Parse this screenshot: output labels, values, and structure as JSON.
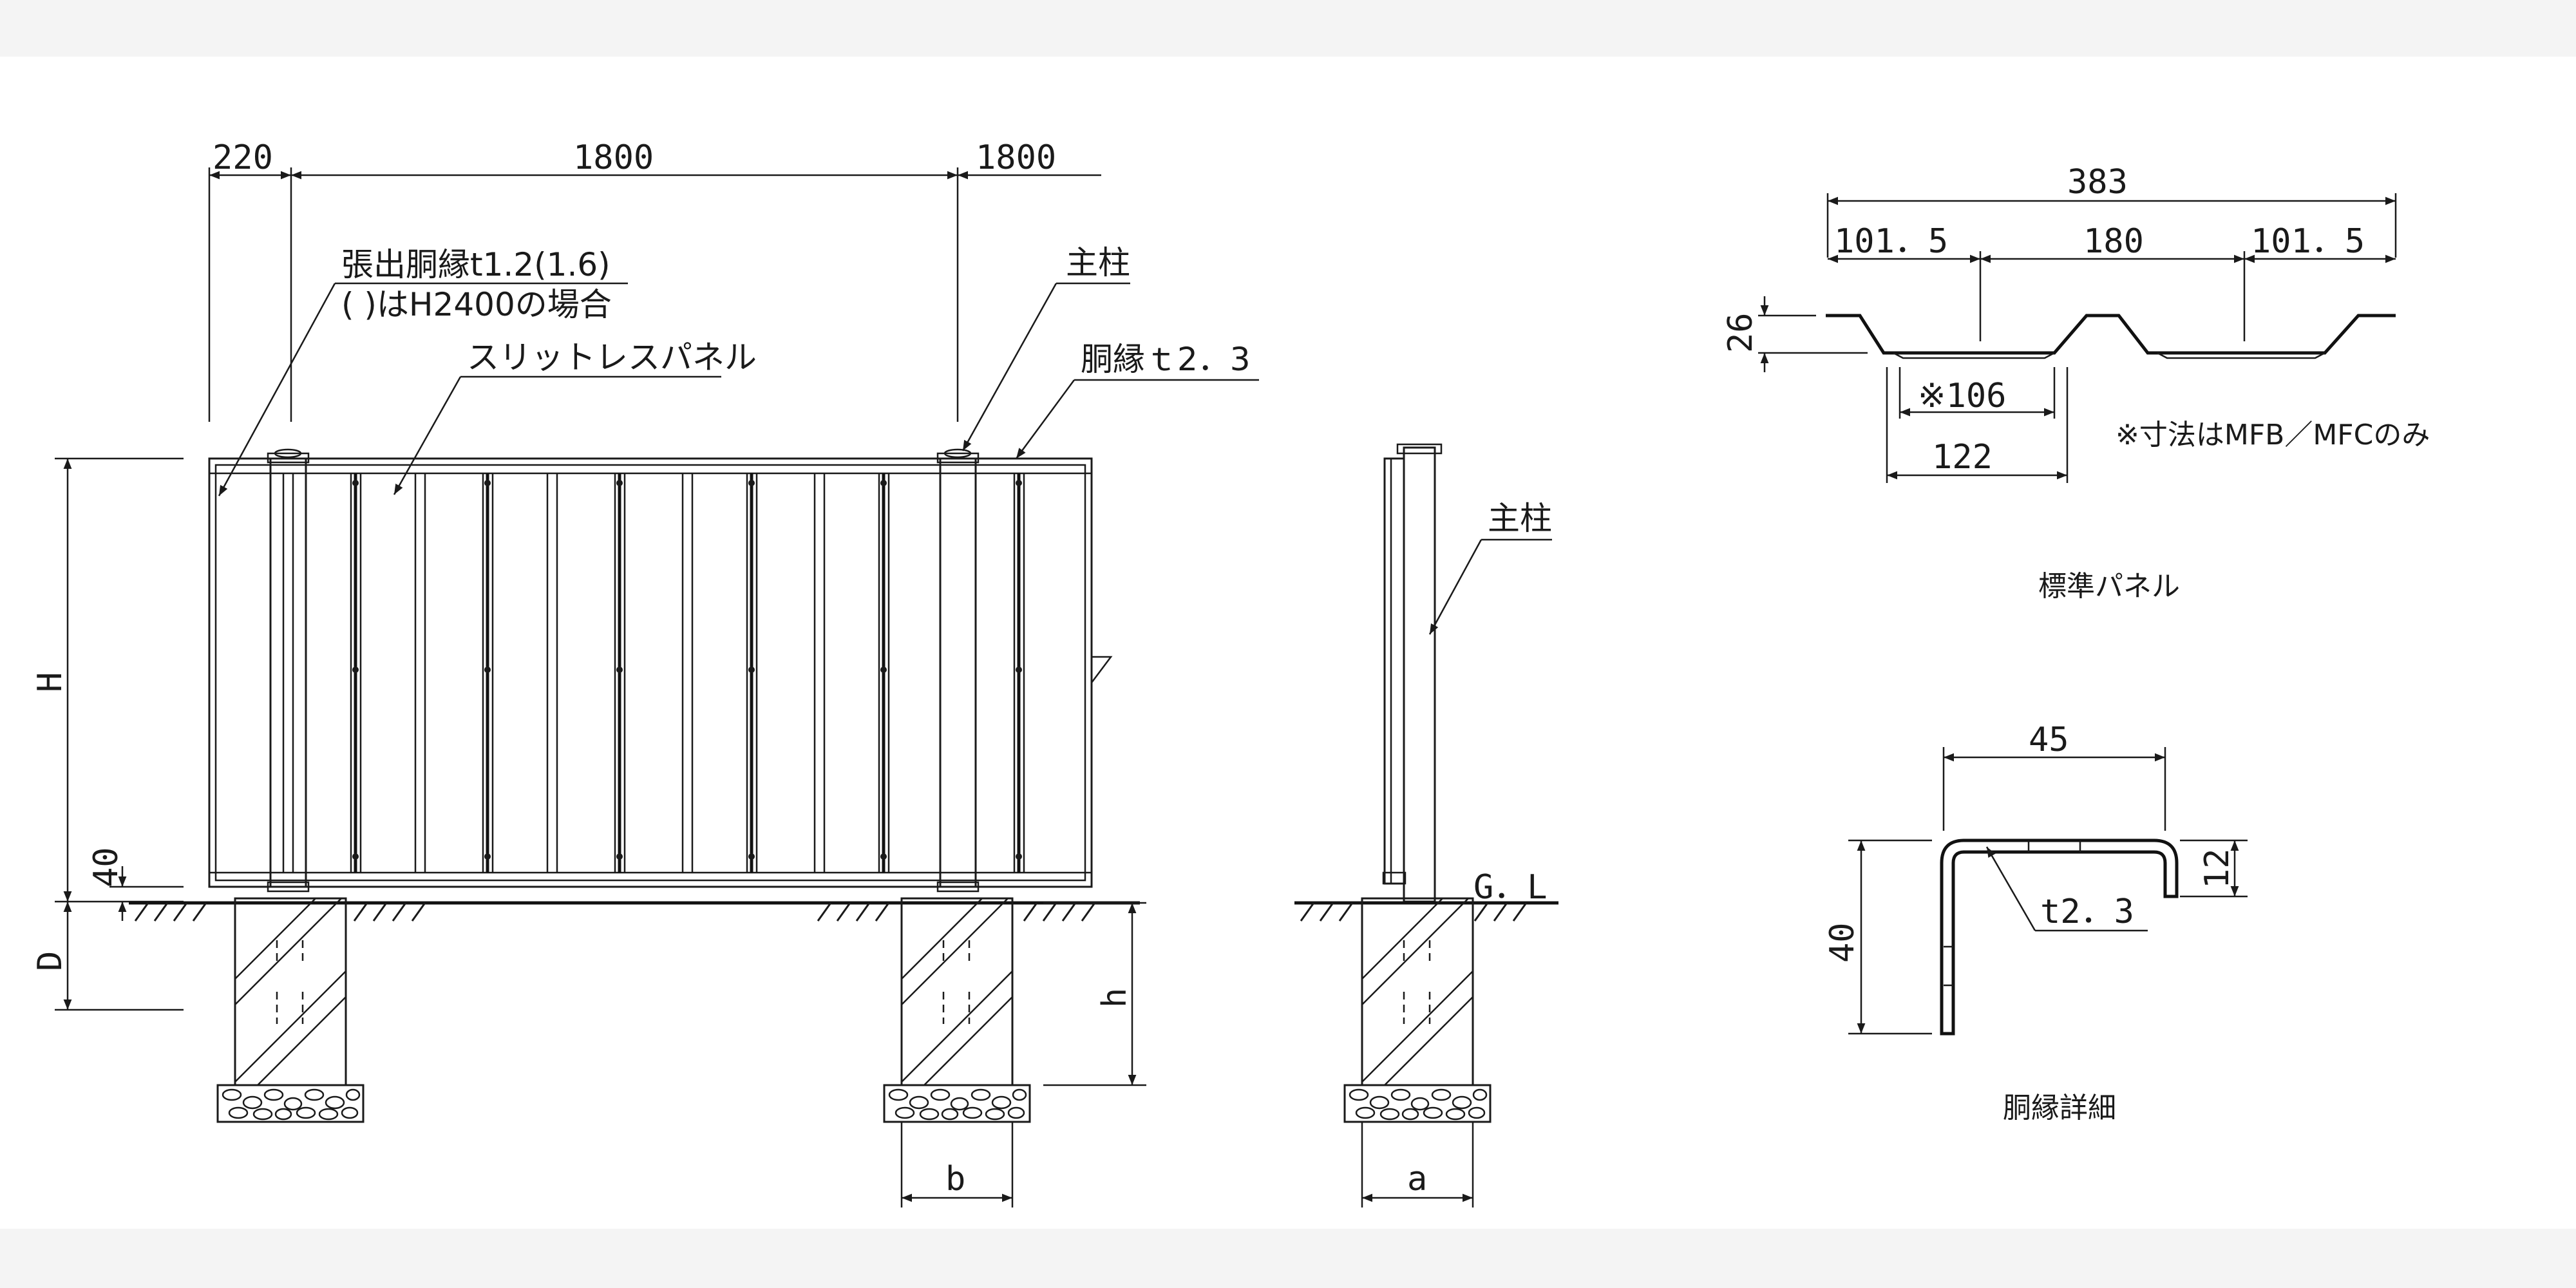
{
  "front_view": {
    "dim_top_left": "220",
    "dim_top_mid": "1800",
    "dim_top_right": "1800",
    "note_1_line1": "張出胴縁t1.2(1.6)",
    "note_1_line2": "( )はH2400の場合",
    "note_panel": "スリットレスパネル",
    "note_post": "主柱",
    "note_rail": "胴縁ｔ2．3",
    "dim_height": "H",
    "dim_40": "40",
    "dim_depth": "D",
    "dim_h": "h",
    "dim_b": "b"
  },
  "side_view": {
    "note_post": "主柱",
    "gl": "G．L",
    "dim_a": "a"
  },
  "panel_detail": {
    "dim_total": "383",
    "dim_left": "101．5",
    "dim_mid": "180",
    "dim_right": "101．5",
    "dim_26": "26",
    "dim_106": "※106",
    "dim_122": "122",
    "note": "※寸法はMFB／MFCのみ",
    "caption": "標準パネル"
  },
  "rail_detail": {
    "dim_45": "45",
    "dim_12": "12",
    "dim_40": "40",
    "thickness": "t2．3",
    "caption": "胴縁詳細"
  }
}
